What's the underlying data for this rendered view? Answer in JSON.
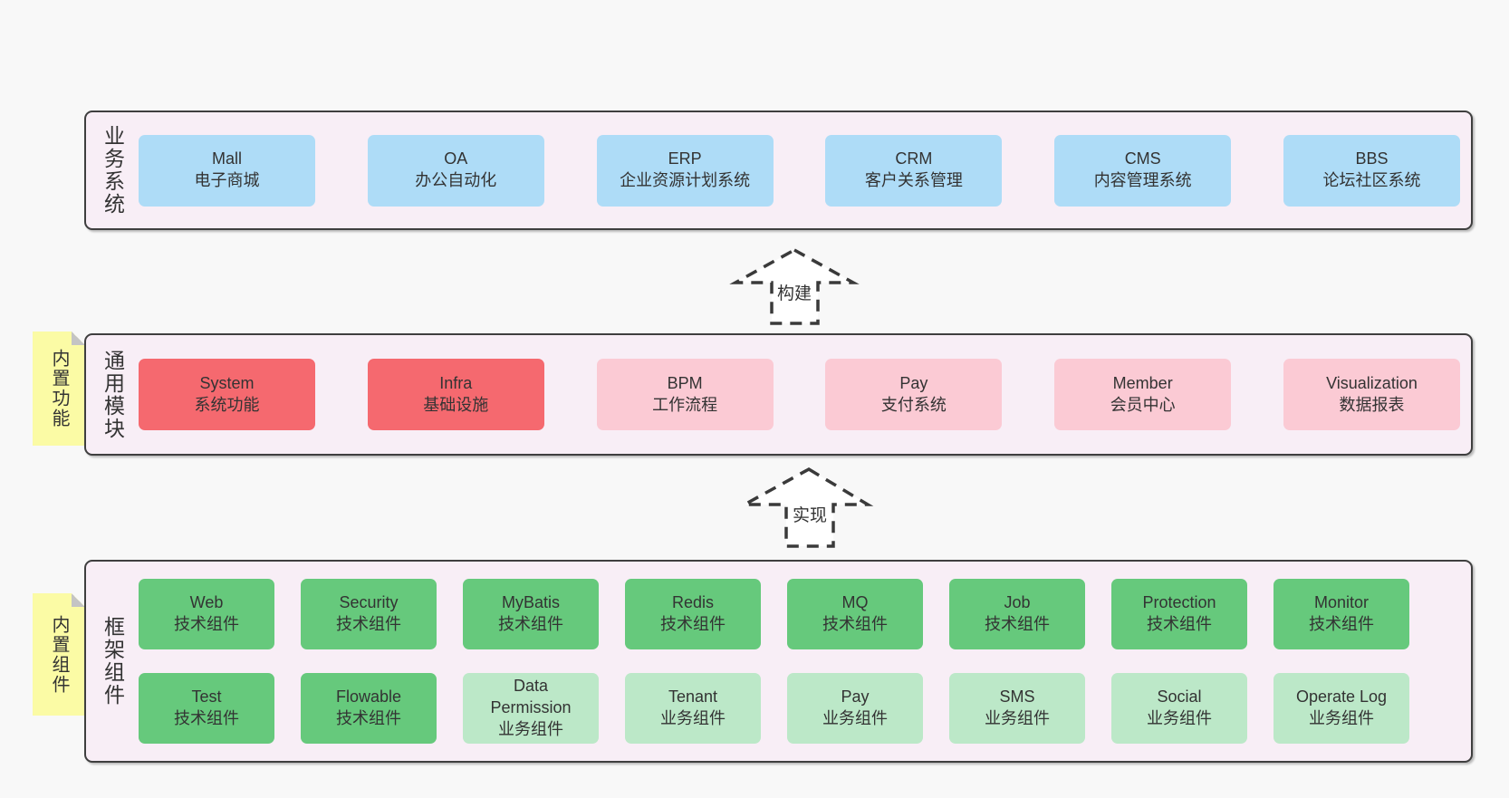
{
  "colors": {
    "page_bg": "#f8f8f8",
    "band_bg": "#f8eef6",
    "band_border": "#3f3f3f",
    "box_blue": "#aedcf7",
    "box_red": "#f5696f",
    "box_pink": "#fbcad4",
    "box_green_dark": "#66c97c",
    "box_green_light": "#bce8c8",
    "sticky_yellow": "#fbfba5",
    "text": "#333333"
  },
  "bands": {
    "business": {
      "label": "业务系统",
      "items": [
        {
          "title": "Mall",
          "subtitle": "电子商城"
        },
        {
          "title": "OA",
          "subtitle": "办公自动化"
        },
        {
          "title": "ERP",
          "subtitle": "企业资源计划系统"
        },
        {
          "title": "CRM",
          "subtitle": "客户关系管理"
        },
        {
          "title": "CMS",
          "subtitle": "内容管理系统"
        },
        {
          "title": "BBS",
          "subtitle": "论坛社区系统"
        }
      ]
    },
    "modules": {
      "label": "通用模块",
      "sticky_note": "内置功能",
      "items": [
        {
          "title": "System",
          "subtitle": "系统功能"
        },
        {
          "title": "Infra",
          "subtitle": "基础设施"
        },
        {
          "title": "BPM",
          "subtitle": "工作流程"
        },
        {
          "title": "Pay",
          "subtitle": "支付系统"
        },
        {
          "title": "Member",
          "subtitle": "会员中心"
        },
        {
          "title": "Visualization",
          "subtitle": "数据报表"
        }
      ]
    },
    "framework": {
      "label": "框架组件",
      "sticky_note": "内置组件",
      "row1": [
        {
          "title": "Web",
          "subtitle": "技术组件"
        },
        {
          "title": "Security",
          "subtitle": "技术组件"
        },
        {
          "title": "MyBatis",
          "subtitle": "技术组件"
        },
        {
          "title": "Redis",
          "subtitle": "技术组件"
        },
        {
          "title": "MQ",
          "subtitle": "技术组件"
        },
        {
          "title": "Job",
          "subtitle": "技术组件"
        },
        {
          "title": "Protection",
          "subtitle": "技术组件"
        },
        {
          "title": "Monitor",
          "subtitle": "技术组件"
        }
      ],
      "row2": [
        {
          "title": "Test",
          "subtitle": "技术组件"
        },
        {
          "title": "Flowable",
          "subtitle": "技术组件"
        },
        {
          "title": "Data Permission",
          "subtitle": "业务组件"
        },
        {
          "title": "Tenant",
          "subtitle": "业务组件"
        },
        {
          "title": "Pay",
          "subtitle": "业务组件"
        },
        {
          "title": "SMS",
          "subtitle": "业务组件"
        },
        {
          "title": "Social",
          "subtitle": "业务组件"
        },
        {
          "title": "Operate Log",
          "subtitle": "业务组件"
        }
      ]
    }
  },
  "arrows": {
    "build": {
      "label": "构建"
    },
    "implement": {
      "label": "实现"
    }
  }
}
